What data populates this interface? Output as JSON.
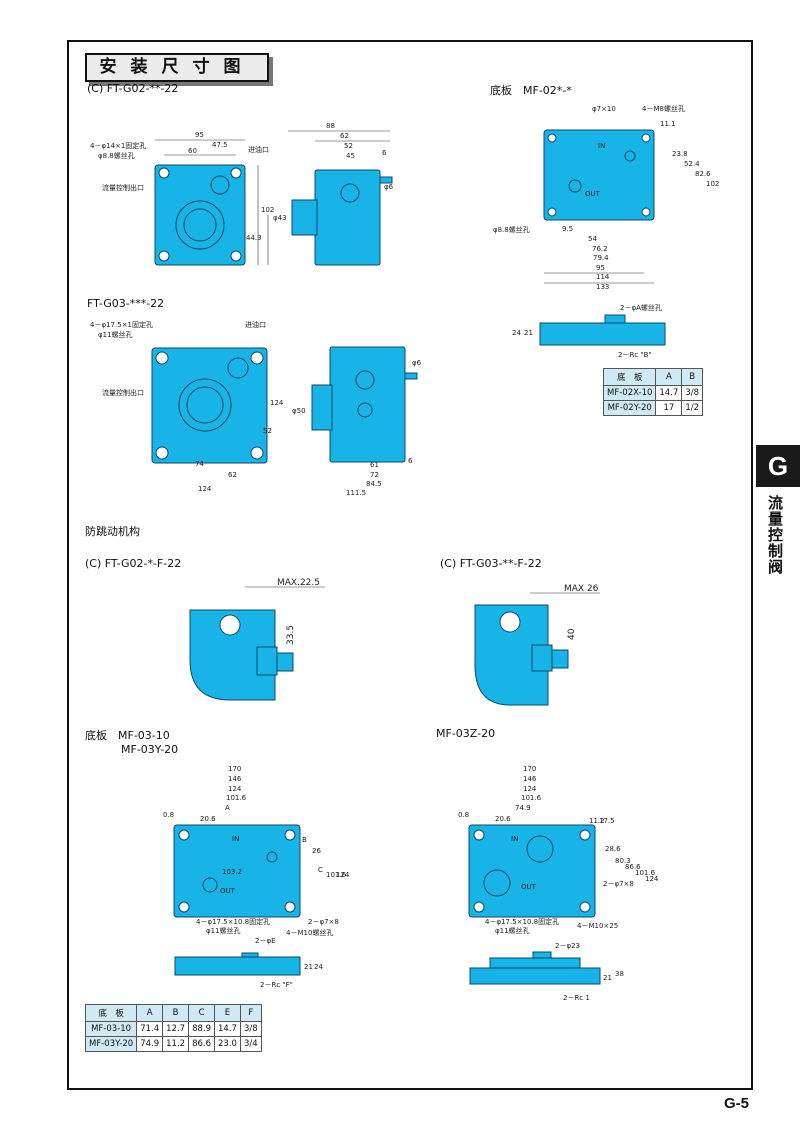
{
  "page": {
    "section_title": "安装尺寸图",
    "side_tab_letter": "G",
    "side_tab_label": "流量控制阀",
    "page_number": "G-5"
  },
  "labels": {
    "ft_g02": "(C) FT-G02-**-22",
    "base_mf02": "底板　MF-02*-*",
    "ft_g03": "FT-G03-***-22",
    "anti_jump": "防跳动机构",
    "ft_g02_f": "(C) FT-G02-*-F-22",
    "ft_g03_f": "(C) FT-G03-**-F-22",
    "base_mf03": "底板　MF-03-10",
    "base_mf03y": "MF-03Y-20",
    "base_mf03z": "MF-03Z-20"
  },
  "annotations": {
    "g02_holes": "4－φ14×1固定孔",
    "g02_threads": "φ8.8螺丝孔",
    "inlet": "进油口",
    "flow_outlet": "流量控制出口",
    "g03_holes": "4－φ17.5×1固定孔",
    "g03_threads": "φ11螺丝孔",
    "mf02_bore": "φ7×10",
    "mf02_m8": "4－M8螺丝孔",
    "mf02_threads": "φ8.8螺丝孔",
    "in": "IN",
    "out": "OUT",
    "mf02_phiA": "2－φA螺丝孔",
    "mf02_rcB": "2－Rc \"B\"",
    "max_g02": "MAX.22.5",
    "max_g03": "MAX 26",
    "mf03_holes": "4－φ17.5×10.8固定孔",
    "mf03_threads": "φ11螺丝孔",
    "mf03_bore": "2－φ7×8",
    "mf03_m10": "4－M10螺丝孔",
    "mf03_phiE": "2－φE",
    "mf03_rcF": "2－Rc \"F\"",
    "mf03z_bore": "2－φ7×8",
    "mf03z_m10": "4－M10×25",
    "mf03z_phi23": "2－φ23",
    "mf03z_rc1": "2－Rc 1"
  },
  "dims": {
    "g02_95": "95",
    "g02_47_5": "47.5",
    "g02_60": "60",
    "g02_102": "102",
    "g02_44_3": "44.3",
    "g02_phi43": "φ43",
    "g02_88": "88",
    "g02_62": "62",
    "g02_52": "52",
    "g02_45": "45",
    "g02_6": "6",
    "g02_phi6": "φ6",
    "g03_124": "124",
    "g03_74": "74",
    "g03_62": "62",
    "g03_124b": "124",
    "g03_52": "52",
    "g03_phi50": "φ50",
    "g03_61": "61",
    "g03_72": "72",
    "g03_84_5": "84.5",
    "g03_111_5": "111.5",
    "g03_6": "6",
    "g03_phi6": "φ6",
    "mf02_9_5": "9.5",
    "mf02_54": "54",
    "mf02_76_2": "76.2",
    "mf02_79_4": "79.4",
    "mf02_95": "95",
    "mf02_114": "114",
    "mf02_133": "133",
    "mf02_11_1": "11.1",
    "mf02_23_8": "23.8",
    "mf02_52_4": "52.4",
    "mf02_82_6": "82.6",
    "mf02_102": "102",
    "mf02_24": "24",
    "mf02_21": "21",
    "f_33_5": "33.5",
    "f_40": "40",
    "mf03_170": "170",
    "mf03_146": "146",
    "mf03_124": "124",
    "mf03_101_6": "101.6",
    "mf03_A": "A",
    "mf03_0_8": "0.8",
    "mf03_20_6": "20.6",
    "mf03_103_2": "103.2",
    "mf03_B": "B",
    "mf03_26": "26",
    "mf03_C": "C",
    "mf03_101_6v": "101.6",
    "mf03_124v": "124",
    "mf03_21": "21",
    "mf03_24": "24",
    "mf03z_170": "170",
    "mf03z_146": "146",
    "mf03z_124": "124",
    "mf03z_101_6": "101.6",
    "mf03z_74_9": "74.9",
    "mf03z_0_8": "0.8",
    "mf03z_20_6": "20.6",
    "mf03z_11_2": "11.2",
    "mf03z_17_5": "17.5",
    "mf03z_28_6": "28.6",
    "mf03z_80_3": "80.3",
    "mf03z_86_6": "86.6",
    "mf03z_101_6v": "101.6",
    "mf03z_124v": "124",
    "mf03z_21": "21",
    "mf03z_38": "38"
  },
  "table_mf02": {
    "headers": [
      "底　板",
      "A",
      "B"
    ],
    "rows": [
      [
        "MF-02X-10",
        "14.7",
        "3/8"
      ],
      [
        "MF-02Y-20",
        "17",
        "1/2"
      ]
    ]
  },
  "table_mf03": {
    "headers": [
      "底　板",
      "A",
      "B",
      "C",
      "E",
      "F"
    ],
    "rows": [
      [
        "MF-03-10",
        "71.4",
        "12.7",
        "88.9",
        "14.7",
        "3/8"
      ],
      [
        "MF-03Y-20",
        "74.9",
        "11.2",
        "86.6",
        "23.0",
        "3/4"
      ]
    ]
  },
  "colors": {
    "part_fill": "#18b4e8",
    "table_header": "#cfe9f5"
  }
}
